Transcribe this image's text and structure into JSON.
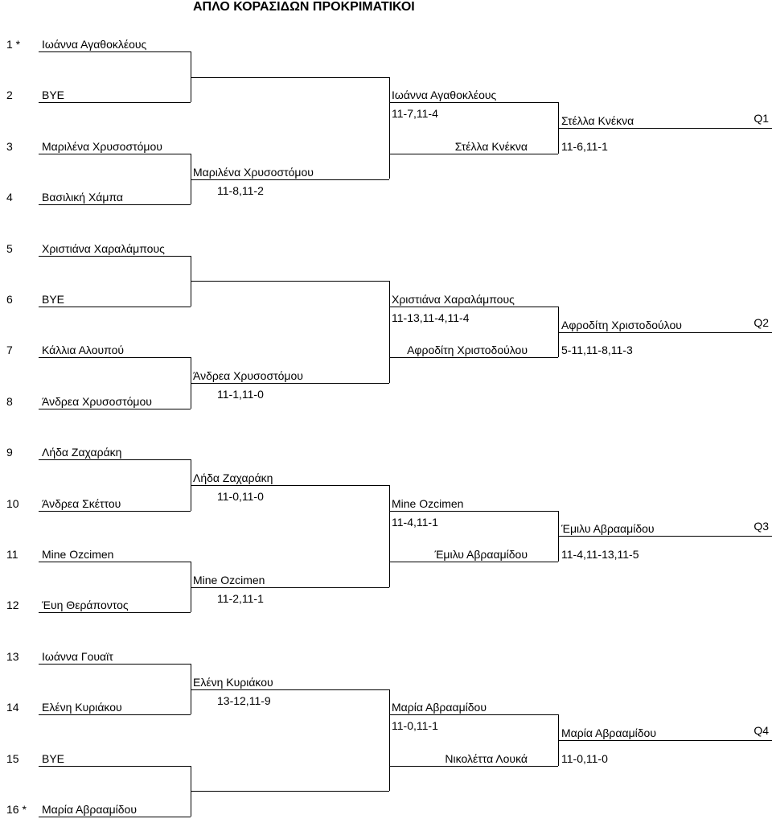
{
  "title": "ΑΠΛΟ ΚΟΡΑΣΙΔΩΝ ΠΡΟΚΡΙΜΑΤΙΚΟΙ",
  "round1": [
    {
      "seed": "1 *",
      "name": "Ιωάννα Αγαθοκλέους"
    },
    {
      "seed": "2",
      "name": "BYE"
    },
    {
      "seed": "3",
      "name": "Μαριλένα Χρυσοστόμου"
    },
    {
      "seed": "4",
      "name": "Βασιλική Χάμπα"
    },
    {
      "seed": "5",
      "name": "Χριστιάνα Χαραλάμπους"
    },
    {
      "seed": "6",
      "name": "BYE"
    },
    {
      "seed": "7",
      "name": "Κάλλια Αλουπού"
    },
    {
      "seed": "8",
      "name": "Άνδρεα Χρυσοστόμου"
    },
    {
      "seed": "9",
      "name": "Λήδα Ζαχαράκη"
    },
    {
      "seed": "10",
      "name": "Άνδρεα Σκέττου"
    },
    {
      "seed": "11",
      "name": "Mine Ozcimen"
    },
    {
      "seed": "12",
      "name": "Έυη Θεράποντος"
    },
    {
      "seed": "13",
      "name": "Ιωάννα Γουαϊτ"
    },
    {
      "seed": "14",
      "name": "Ελένη Κυριάκου"
    },
    {
      "seed": "15",
      "name": "BYE"
    },
    {
      "seed": "16 *",
      "name": "Μαρία Αβρααμίδου"
    }
  ],
  "round2": [
    {
      "name": "",
      "score": ""
    },
    {
      "name": "Μαριλένα Χρυσοστόμου",
      "score": "11-8,11-2"
    },
    {
      "name": "",
      "score": ""
    },
    {
      "name": "Άνδρεα Χρυσοστόμου",
      "score": "11-1,11-0"
    },
    {
      "name": "Λήδα Ζαχαράκη",
      "score": "11-0,11-0"
    },
    {
      "name": "Mine Ozcimen",
      "score": "11-2,11-1"
    },
    {
      "name": "Ελένη Κυριάκου",
      "score": "13-12,11-9"
    },
    {
      "name": "",
      "score": ""
    }
  ],
  "round3": [
    {
      "name": "Ιωάννα Αγαθοκλέους",
      "score": "11-7,11-4"
    },
    {
      "name": "Στέλλα Κνέκνα",
      "score": ""
    },
    {
      "name": "Χριστιάνα Χαραλάμπους",
      "score": "11-13,11-4,11-4"
    },
    {
      "name": "Αφροδίτη Χριστοδούλου",
      "score": ""
    },
    {
      "name": "Mine Ozcimen",
      "score": "11-4,11-1"
    },
    {
      "name": "Έμιλυ Αβρααμίδου",
      "score": ""
    },
    {
      "name": "Μαρία Αβρααμίδου",
      "score": "11-0,11-1"
    },
    {
      "name": "Νικολέττα Λουκά",
      "score": ""
    }
  ],
  "qualifiers": [
    {
      "name": "Στέλλα Κνέκνα",
      "score": "11-6,11-1",
      "label": "Q1"
    },
    {
      "name": "Αφροδίτη Χριστοδούλου",
      "score": "5-11,11-8,11-3",
      "label": "Q2"
    },
    {
      "name": "Έμιλυ Αβρααμίδου",
      "score": "11-4,11-13,11-5",
      "label": "Q3"
    },
    {
      "name": "Μαρία Αβρααμίδου",
      "score": "11-0,11-0",
      "label": "Q4"
    }
  ]
}
